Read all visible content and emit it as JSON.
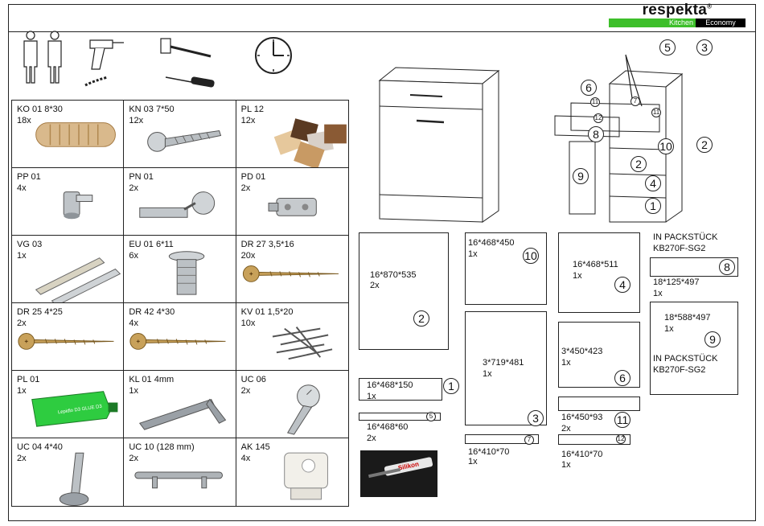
{
  "brand": {
    "name": "respekta",
    "mark": "®",
    "line1": "Kitchen",
    "line2": "Economy"
  },
  "colors": {
    "brand_green": "#3dbf2a",
    "wood": "#d9b98c",
    "metal": "#9aa0a6",
    "glue_green": "#2ecc40"
  },
  "tools": [
    {
      "name": "two-persons-icon"
    },
    {
      "name": "drill-icon"
    },
    {
      "name": "hammer-icon"
    },
    {
      "name": "screwdriver-icon"
    },
    {
      "name": "clock-icon"
    }
  ],
  "parts": [
    {
      "code": "KO 01  8*30",
      "qty": "18x",
      "icon": "dowel-icon"
    },
    {
      "code": "KN 03  7*50",
      "qty": "12x",
      "icon": "screw-icon"
    },
    {
      "code": "PL 12",
      "qty": "12x",
      "icon": "color-samples-icon"
    },
    {
      "code": "PP 01",
      "qty": "4x",
      "icon": "shelf-pin-icon"
    },
    {
      "code": "PN 01",
      "qty": "2x",
      "icon": "hinge-icon"
    },
    {
      "code": "PD 01",
      "qty": "2x",
      "icon": "hinge-plate-icon"
    },
    {
      "code": "VG 03",
      "qty": "1x",
      "icon": "drawer-rail-icon"
    },
    {
      "code": "EU 01  6*11",
      "qty": "6x",
      "icon": "euro-screw-icon"
    },
    {
      "code": "DR 27  3,5*16",
      "qty": "20x",
      "icon": "wood-screw-icon"
    },
    {
      "code": "DR 25  4*25",
      "qty": "2x",
      "icon": "wood-screw-icon"
    },
    {
      "code": "DR 42  4*30",
      "qty": "4x",
      "icon": "wood-screw-icon"
    },
    {
      "code": "KV 01  1,5*20",
      "qty": "10x",
      "icon": "nails-icon"
    },
    {
      "code": "PL 01",
      "qty": "1x",
      "icon": "glue-tube-icon"
    },
    {
      "code": "KL 01  4mm",
      "qty": "1x",
      "icon": "allen-key-icon"
    },
    {
      "code": "UC 06",
      "qty": "2x",
      "icon": "self-drill-screw-icon"
    },
    {
      "code": "UC 04  4*40",
      "qty": "2x",
      "icon": "bolt-icon"
    },
    {
      "code": "UC 10 (128 mm)",
      "qty": "2x",
      "icon": "handle-icon"
    },
    {
      "code": "AK 145",
      "qty": "4x",
      "icon": "cabinet-hanger-icon"
    }
  ],
  "glue_label": "Lepidlo D3 GLUE D3",
  "silicone_label": "Silikon",
  "panels": [
    {
      "num": "2",
      "dim": "16*870*535",
      "qty": "2x"
    },
    {
      "num": "1",
      "dim": "16*468*150",
      "qty": "1x"
    },
    {
      "num": "5",
      "dim": "16*468*60",
      "qty": "2x"
    },
    {
      "num": "10",
      "dim": "16*468*450",
      "qty": "1x"
    },
    {
      "num": "3",
      "dim": "3*719*481",
      "qty": "1x"
    },
    {
      "num": "7",
      "dim": "16*410*70",
      "qty": "1x"
    },
    {
      "num": "4",
      "dim": "16*468*511",
      "qty": "1x"
    },
    {
      "num": "6",
      "dim": "3*450*423",
      "qty": "1x"
    },
    {
      "num": "11",
      "dim": "16*450*93",
      "qty": "2x"
    },
    {
      "num": "12",
      "dim": "16*410*70",
      "qty": "1x"
    },
    {
      "num": "8",
      "dim": "18*125*497",
      "qty": "1x"
    },
    {
      "num": "9",
      "dim": "18*588*497",
      "qty": "1x"
    }
  ],
  "package_note": "IN PACKSTÜCK",
  "package_code": "KB270F-SG2",
  "exploded_labels": [
    "5",
    "3",
    "6",
    "11",
    "7",
    "12",
    "11",
    "8",
    "10",
    "2",
    "9",
    "2",
    "4",
    "1"
  ]
}
